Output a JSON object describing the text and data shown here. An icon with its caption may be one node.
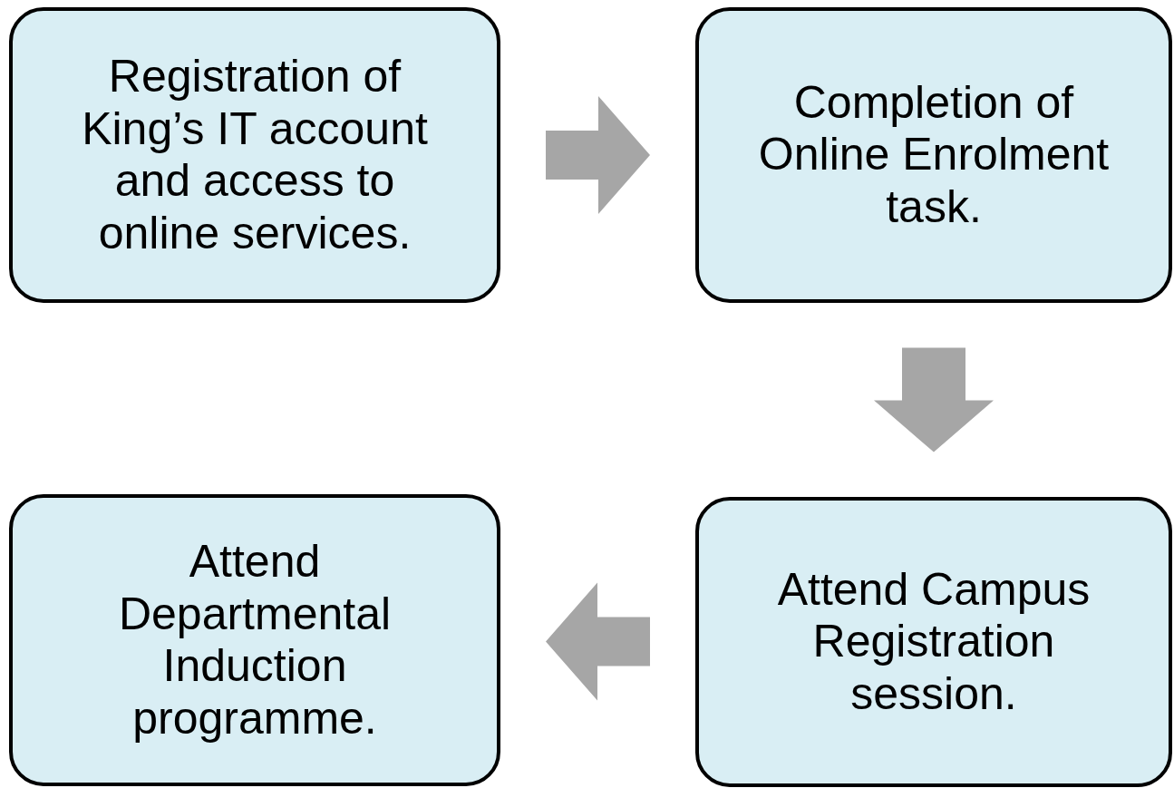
{
  "diagram": {
    "nodes": [
      {
        "text": [
          "Registration of King’s IT account and access to online services."
        ]
      },
      {
        "text": [
          "Completion of Online Enrolment task."
        ]
      },
      {
        "text": [
          "Attend Departmental Induction programme."
        ]
      },
      {
        "text": [
          "Attend Campus Registration session."
        ]
      }
    ],
    "edges": [
      {
        "from": 0,
        "to": 1,
        "arrow": "to"
      },
      {
        "from": 1,
        "to": 3,
        "arrow": "to"
      },
      {
        "from": 3,
        "to": 2,
        "arrow": "to"
      }
    ]
  }
}
